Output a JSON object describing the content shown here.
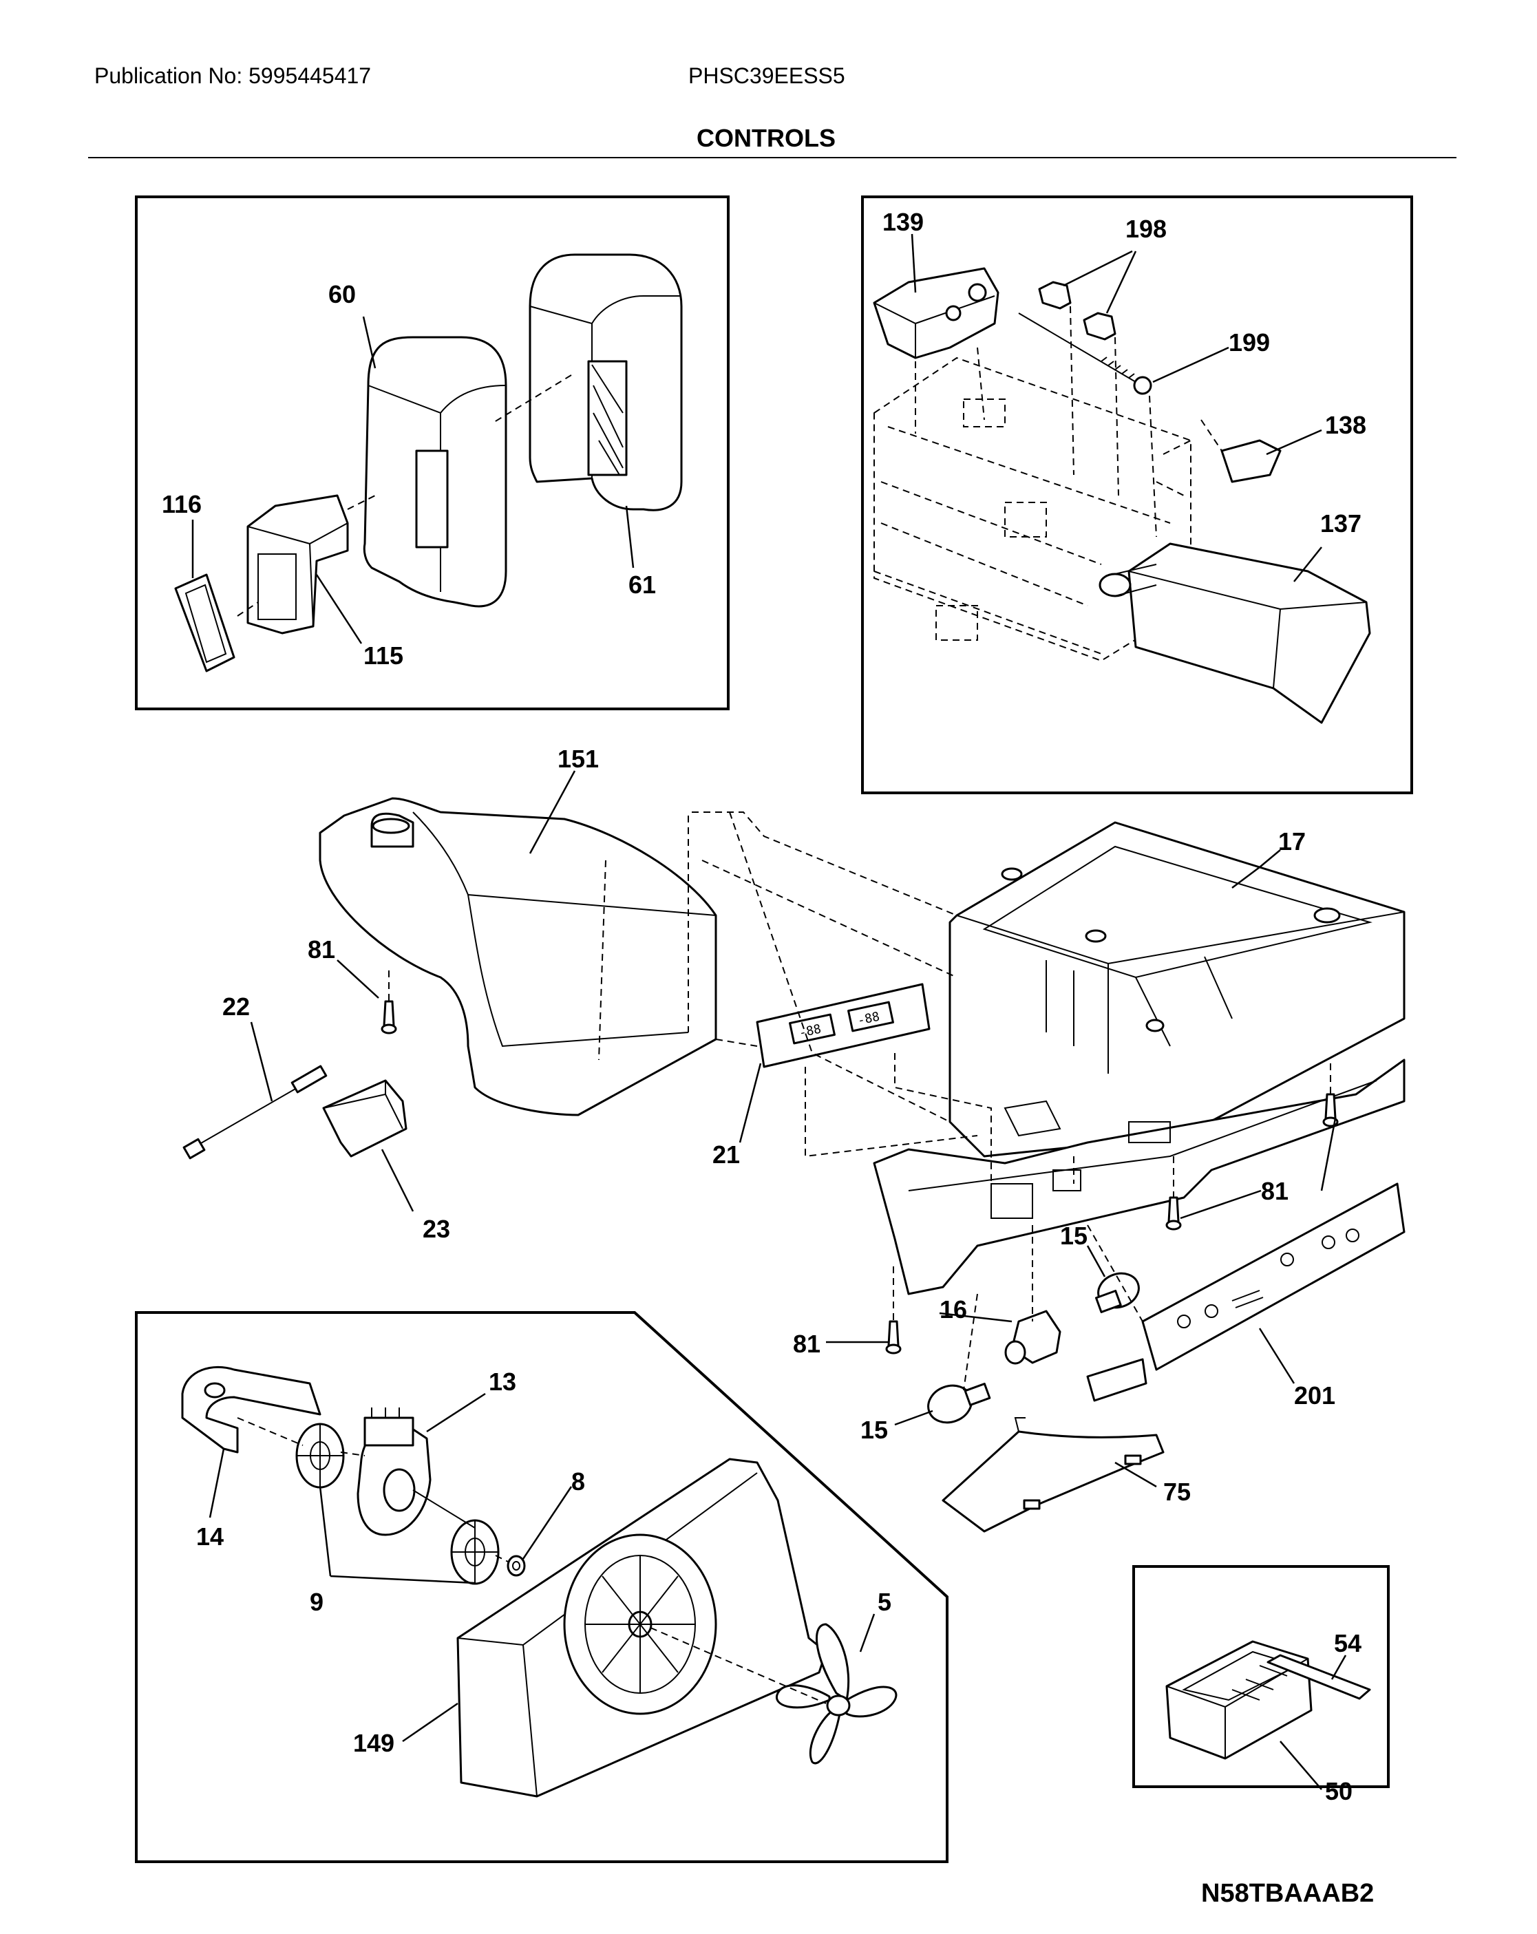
{
  "header": {
    "publication": "Publication No: 5995445417",
    "model": "PHSC39EESS5",
    "section_title": "CONTROLS"
  },
  "diagram_code": "N58TBAAAB2",
  "callouts": {
    "c60": "60",
    "c61": "61",
    "c115": "115",
    "c116": "116",
    "c139": "139",
    "c198": "198",
    "c199": "199",
    "c138": "138",
    "c137": "137",
    "c151": "151",
    "c17": "17",
    "c81a": "81",
    "c81b": "81",
    "c81c": "81",
    "c22": "22",
    "c23": "23",
    "c21": "21",
    "c15a": "15",
    "c15b": "15",
    "c16": "16",
    "c201": "201",
    "c75": "75",
    "c13": "13",
    "c14": "14",
    "c8": "8",
    "c9": "9",
    "c5": "5",
    "c149": "149",
    "c54": "54",
    "c50": "50"
  }
}
